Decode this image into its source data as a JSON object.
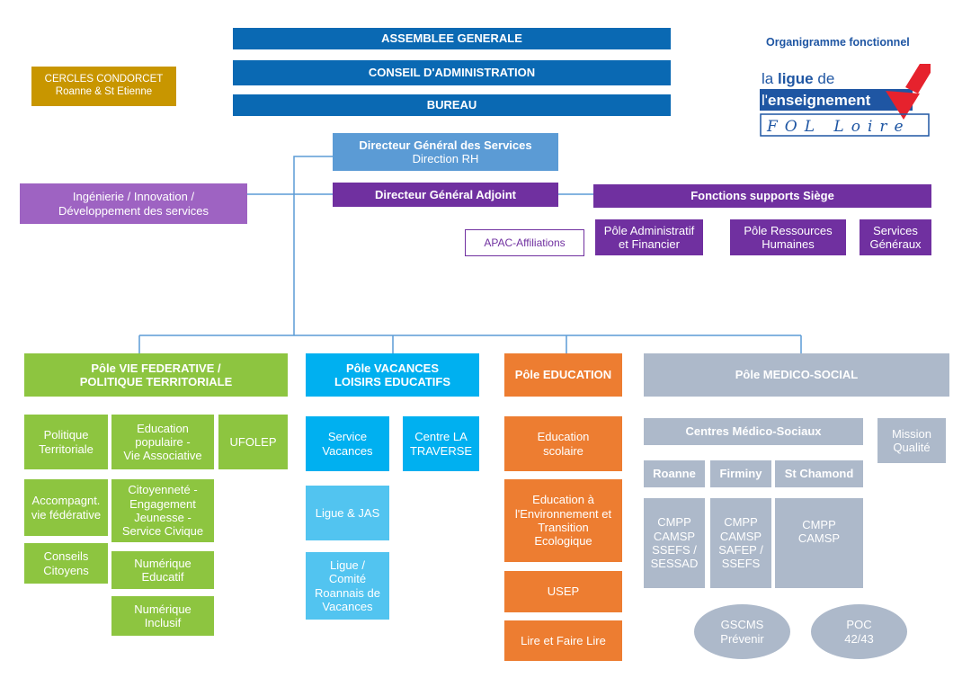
{
  "title": "Organigramme fonctionnel",
  "logo": {
    "line1_a": "la ",
    "line1_b": "ligue",
    "line1_c": " de",
    "line2_a": "l'",
    "line2_b": "enseignement",
    "line3": "FOL Loire"
  },
  "governance": {
    "assemblee": "ASSEMBLEE GENERALE",
    "conseil": "CONSEIL D'ADMINISTRATION",
    "bureau": "BUREAU"
  },
  "cercles": "CERCLES CONDORCET\nRoanne & St Etienne",
  "directeur_general": {
    "title": "Directeur Général des Services",
    "subtitle": "Direction RH"
  },
  "ingenierie": "Ingénierie / Innovation /\nDéveloppement des services",
  "directeur_adjoint": "Directeur Général Adjoint",
  "fonctions_supports": "Fonctions supports Siège",
  "apac": "APAC-Affiliations",
  "supports": {
    "admin": "Pôle Administratif\net Financier",
    "rh": "Pôle Ressources\nHumaines",
    "services": "Services\nGénéraux"
  },
  "pole_vie": {
    "title": "Pôle VIE FEDERATIVE /\nPOLITIQUE TERRITORIALE",
    "politique": "Politique\nTerritoriale",
    "education_pop": "Education\npopulaire -\nVie Associative",
    "ufolep": "UFOLEP",
    "accompagn": "Accompagnt.\nvie fédérative",
    "citoyennete": "Citoyenneté -\nEngagement\nJeunesse -\nService Civique",
    "conseils": "Conseils\nCitoyens",
    "num_educatif": "Numérique\nEducatif",
    "num_inclusif": "Numérique\nInclusif"
  },
  "pole_vacances": {
    "title": "Pôle VACANCES\nLOISIRS EDUCATIFS",
    "service": "Service\nVacances",
    "traverse": "Centre LA\nTRAVERSE",
    "jas": "Ligue & JAS",
    "ligue_comite": "Ligue /\nComité\nRoannais de\nVacances"
  },
  "pole_education": {
    "title": "Pôle EDUCATION",
    "scolaire": "Education\nscolaire",
    "environnement": "Education à\nl'Environnement et\nTransition\nEcologique",
    "usep": "USEP",
    "lire": "Lire et Faire Lire"
  },
  "pole_medico": {
    "title": "Pôle MEDICO-SOCIAL",
    "centres": "Centres Médico-Sociaux",
    "mission": "Mission\nQualité",
    "roanne": "Roanne",
    "firminy": "Firminy",
    "st_chamond": "St Chamond",
    "roanne_list": "CMPP\nCAMSP\nSSEFS /\nSESSAD",
    "firminy_list": "CMPP\nCAMSP\nSAFEP /\nSSEFS",
    "chamond_list": "CMPP\nCAMSP",
    "gscms": "GSCMS\nPrévenir",
    "poc": "POC\n42/43"
  },
  "colors": {
    "navy": "#0a69b3",
    "steel": "#5b9bd5",
    "purple": "#7030a0",
    "lavender": "#9e63c2",
    "green": "#8dc540",
    "cyan": "#00b0f0",
    "light_blue": "#52c4f0",
    "orange": "#ed7d31",
    "grey": "#adb9ca",
    "gold": "#c89600",
    "connector": "#5b9bd5",
    "logo_blue": "#1f56a3",
    "logo_red": "#e6222d"
  }
}
